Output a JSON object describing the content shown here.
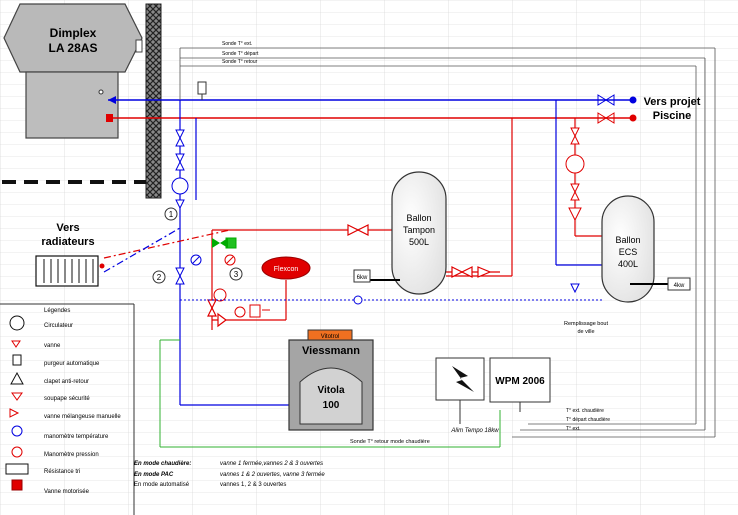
{
  "heat_pump": {
    "brand": "Dimplex",
    "model": "LA 28AS"
  },
  "sensors": {
    "outdoor": "Sonde T° ext.",
    "supply": "Sonde T° départ",
    "return": "Sonde T° retour"
  },
  "pool": {
    "line1": "Vers projet",
    "line2": "Piscine"
  },
  "radiators": {
    "line1": "Vers",
    "line2": "radiateurs"
  },
  "buffer_tank": {
    "line1": "Ballon",
    "line2": "Tampon",
    "line3": "500L"
  },
  "dhw_tank": {
    "line1": "Ballon",
    "line2": "ECS",
    "line3": "400L"
  },
  "heater_buffer": "6kw",
  "heater_dhw": "4kw",
  "expansion_vessel": "Flexcon",
  "boiler": {
    "brand": "Viessmann",
    "model_line1": "Vitola",
    "model_line2": "100",
    "tag": "Vitotrol"
  },
  "dhw_loop_note": {
    "line1": "Remplissage bout",
    "line2": "de ville"
  },
  "controller": "WPM 2006",
  "power_supply": "Alim Tempo 18kw",
  "wpm_labels": {
    "outdoor": "T° ext. chaudière",
    "supply": "T° départ chaudière",
    "ext": "T° ext."
  },
  "boiler_return_sensor": "Sonde T° retour mode chaudière",
  "valve_numbers": [
    "1",
    "2",
    "3"
  ],
  "legend": {
    "title": "Légendes",
    "items": [
      "Circulateur",
      "vanne",
      "purgeur automatique",
      "clapet anti-retour",
      "soupape sécurité",
      "vanne mélangeuse manuelle",
      "manomètre température",
      "Manomètre pression",
      "Résistance tri",
      "Vanne motorisée"
    ]
  },
  "modes": [
    {
      "mode": "En mode chaudière:",
      "desc": "vanne 1 fermée,vannes 2 & 3 ouvertes"
    },
    {
      "mode": "En mode PAC",
      "desc": "vannes 1 & 2 ouvertes, vanne 3 fermée"
    },
    {
      "mode": "En mode automatisé",
      "desc": "vannes 1, 2 & 3 ouvertes"
    }
  ],
  "colors": {
    "hot": "#e00000",
    "cold": "#0000e0",
    "pipe": "#333333",
    "grid": "#c8c8c8"
  }
}
